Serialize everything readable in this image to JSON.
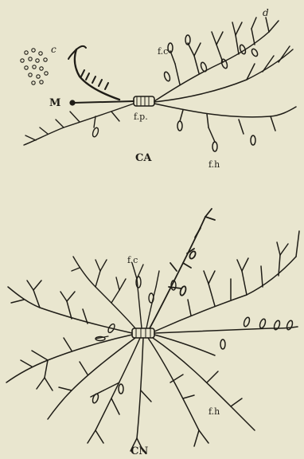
{
  "colors": {
    "paper": "#e9e6cf",
    "ink": "#1f1d17"
  },
  "figure_top": {
    "caption": "CA",
    "labels": {
      "d": "d",
      "c": "c",
      "fc": "f.c",
      "M": "M",
      "fp": "f.p.",
      "fh": "f.h"
    }
  },
  "figure_bottom": {
    "caption": "CN",
    "labels": {
      "fc": "f.c",
      "fh": "f.h"
    }
  }
}
